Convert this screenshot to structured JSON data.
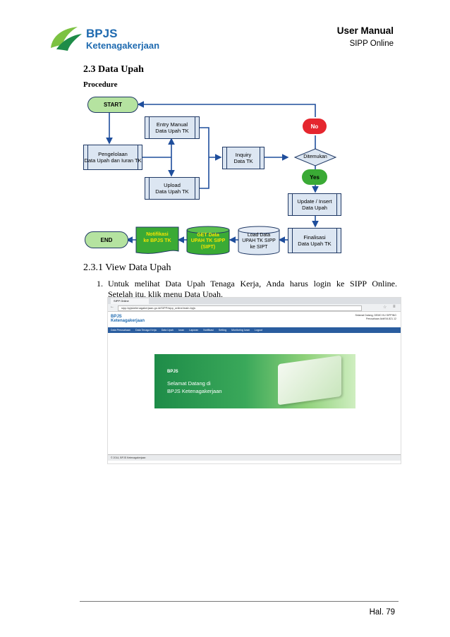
{
  "header": {
    "title": "User Manual",
    "subtitle": "SIPP Online",
    "logo_name": "BPJS",
    "logo_sub": "Ketenagakerjaan"
  },
  "section": {
    "title": "2.3 Data Upah",
    "procedure_label": "Procedure"
  },
  "flowchart": {
    "start": "START",
    "end": "END",
    "pengelolaan": "Pengelolaan\nData Upah dan Iuran TK",
    "entry_manual": "Entry Manual\nData Upah TK",
    "upload": "Upload\nData Upah TK",
    "inquiry": "Inquiry\nData TK",
    "ditemukan": "Ditemukan",
    "no": "No",
    "yes": "Yes",
    "update_insert": "Update / Insert\nData Upah",
    "finalisasi": "Finalisasi\nData Upah TK",
    "load_data": "Load Data\nUPAH TK SIPP\nke SIPT",
    "get_data": "GET Data\nUPAH TK SIPP\n(SIPT)",
    "notifikasi": "Notifikasi\nke BPJS TK"
  },
  "subsection": {
    "title": "2.3.1 View Data Upah",
    "item_number": "1.",
    "item_line1": "Untuk melihat Data Upah Tenaga Kerja, Anda harus login ke SIPP Online.",
    "item_line2": "Setelah itu, klik menu Data Upah."
  },
  "screenshot": {
    "tab_label": "SIPP Online",
    "url": "sipp.bpjsketenagakerjaan.go.id/SIPP/sipp_online/main.bpjs",
    "site_logo": "BPJS",
    "site_logo_sub": "Ketenagakerjaan",
    "welcome_text": "Selamat Datang, DEMO KU SIPPING",
    "company_text": "Perusahaan Aktif 54.821.12",
    "menu": [
      "Data Perusahaan",
      "Data Tenaga Kerja",
      "Data Upah",
      "Iuran",
      "Laporan",
      "Notifikasi",
      "Setting",
      "Monitoring Iuran",
      "Logout"
    ],
    "banner_logo": "BPJS",
    "banner_line1": "Selamat  Datang di",
    "banner_line2": "BPJS Ketenagakerjaan",
    "copyright": "© 2014, BPJS Ketenagakerjaan"
  },
  "footer": {
    "page": "Hal. 79"
  },
  "colors": {
    "brand_blue": "#1e6ab0",
    "brand_green": "#7cc242",
    "box_fill": "#dce6f2",
    "terminal_fill": "#b5e3a0",
    "no_red": "#e5262e",
    "yes_green": "#3aaa35",
    "arrow_blue": "#1f4e9c"
  }
}
